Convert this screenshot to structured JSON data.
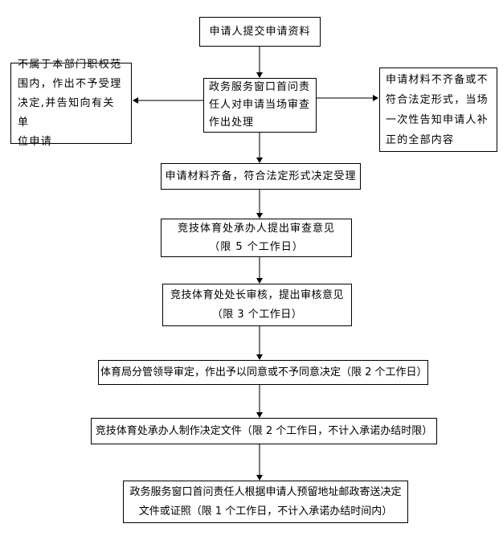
{
  "flowchart": {
    "colors": {
      "border": "#000000",
      "line": "#7a7a7a",
      "arrowhead": "#000000",
      "text": "#000000",
      "background": "#ffffff"
    },
    "nodes": {
      "start": {
        "text": "申请人提交申请资料"
      },
      "window_review": {
        "text": "政务服务窗口首问责\n任人对申请当场审查\n作出处理"
      },
      "not_in_scope": {
        "text": "不属于本部门职权范\n围内，作出不予受理\n决定,并告知向有关单\n位申请"
      },
      "incomplete_materials": {
        "text": "申请材料不齐备或不\n符合法定形式，当场\n一次性告知申请人补\n正的全部内容"
      },
      "accept": {
        "text": "申请材料齐备，符合法定形式决定受理"
      },
      "undertaker_opinion": {
        "text": "竞技体育处承办人提出审查意见\n（限 5 个工作日）"
      },
      "division_chief_review": {
        "text": "竞技体育处处长审核，提出审核意见\n（限 3 个工作日）"
      },
      "leader_decision": {
        "text": "体育局分管领导审定，作出予以同意或不予同意决定（限 2 个工作日）"
      },
      "make_decision_document": {
        "text": "竞技体育处承办人制作决定文件（限 2 个工作日，不计入承诺办结时限）"
      },
      "mail_delivery": {
        "text": "政务服务窗口首问责任人根据申请人预留地址邮政寄送决定\n文件或证照（限 1 个工作日，不计入承诺办结时间内）"
      }
    }
  }
}
